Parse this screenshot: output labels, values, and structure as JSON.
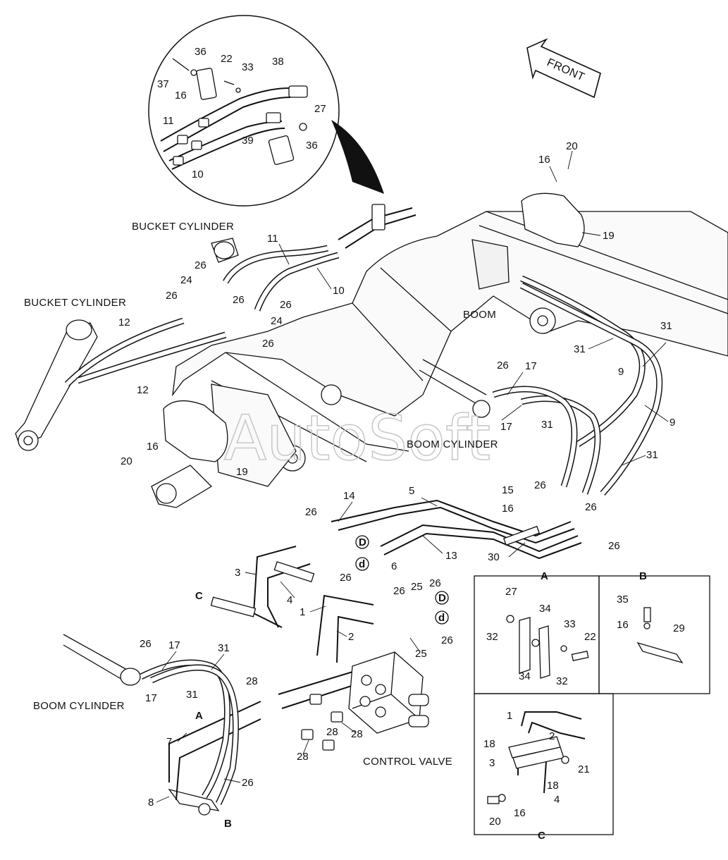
{
  "watermark": "AutoSoft",
  "front_arrow": {
    "label": "FRONT"
  },
  "captions": {
    "bucket_cylinder_top": "BUCKET CYLINDER",
    "bucket_cylinder_left": "BUCKET CYLINDER",
    "boom": "BOOM",
    "boom_cylinder_right": "BOOM CYLINDER",
    "boom_cylinder_left": "BOOM CYLINDER",
    "control_valve": "CONTROL VALVE"
  },
  "detail_views": {
    "A": {
      "title": "A",
      "callouts": [
        "27",
        "34",
        "33",
        "32",
        "22",
        "34",
        "32"
      ]
    },
    "B": {
      "title": "B",
      "callouts": [
        "35",
        "16",
        "29"
      ]
    },
    "C": {
      "title": "C",
      "callouts": [
        "1",
        "2",
        "18",
        "3",
        "21",
        "18",
        "20",
        "16",
        "4"
      ]
    }
  },
  "inset": {
    "callouts": [
      "36",
      "22",
      "33",
      "38",
      "37",
      "16",
      "27",
      "11",
      "39",
      "36",
      "10"
    ]
  },
  "view_markers": {
    "A": "A",
    "B": "B",
    "C": "C"
  },
  "connection_markers": {
    "D_upper": "D",
    "d_upper": "d",
    "D_lower": "D",
    "d_lower": "d"
  },
  "callouts": [
    "20",
    "16",
    "19",
    "11",
    "10",
    "26",
    "24",
    "26",
    "26",
    "26",
    "24",
    "26",
    "12",
    "12",
    "31",
    "31",
    "9",
    "9",
    "26",
    "17",
    "17",
    "31",
    "31",
    "16",
    "20",
    "19",
    "14",
    "5",
    "26",
    "15",
    "26",
    "16",
    "26",
    "13",
    "6",
    "30",
    "3",
    "26",
    "26",
    "26",
    "4",
    "1",
    "25",
    "2",
    "25",
    "26",
    "26",
    "26",
    "17",
    "31",
    "17",
    "31",
    "7",
    "8",
    "26",
    "28",
    "28",
    "28",
    "28"
  ]
}
